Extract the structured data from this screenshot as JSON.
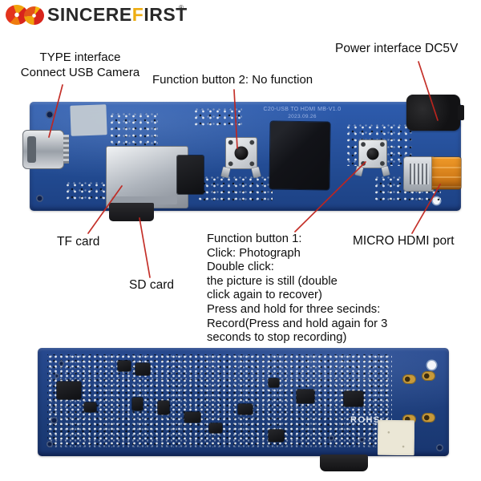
{
  "brand": {
    "part1": "SINCERE",
    "accent": "F",
    "part2": "IRST",
    "registered": "®"
  },
  "annotations": {
    "type_interface_line1": "TYPE interface",
    "type_interface_line2": "Connect USB Camera",
    "function_button_2": "Function button 2: No function",
    "power_interface": "Power interface DC5V",
    "tf_card": "TF card",
    "sd_card": "SD card",
    "micro_hdmi": "MICRO HDMI port",
    "function_button_1_lines": [
      "Function button 1:",
      "Click: Photograph",
      "Double click:",
      "the picture is still (double",
      "click again to recover)",
      "Press and hold for three secinds:",
      "Record(Press and hold again for 3",
      "seconds to stop recording)"
    ]
  },
  "silkscreen": {
    "board_title": "C20-USB TO HDMI MB-V1.0",
    "board_date": "2023.09.26",
    "rohs": "ROHS"
  },
  "colors": {
    "annotation_line": "#c1251e",
    "pcb_top": "#2a55a4",
    "pcb_bottom": "#1f4184",
    "brand_red": "#d8251c",
    "brand_gold": "#f0a20c",
    "hdmi_orange": "#e08a1e"
  }
}
